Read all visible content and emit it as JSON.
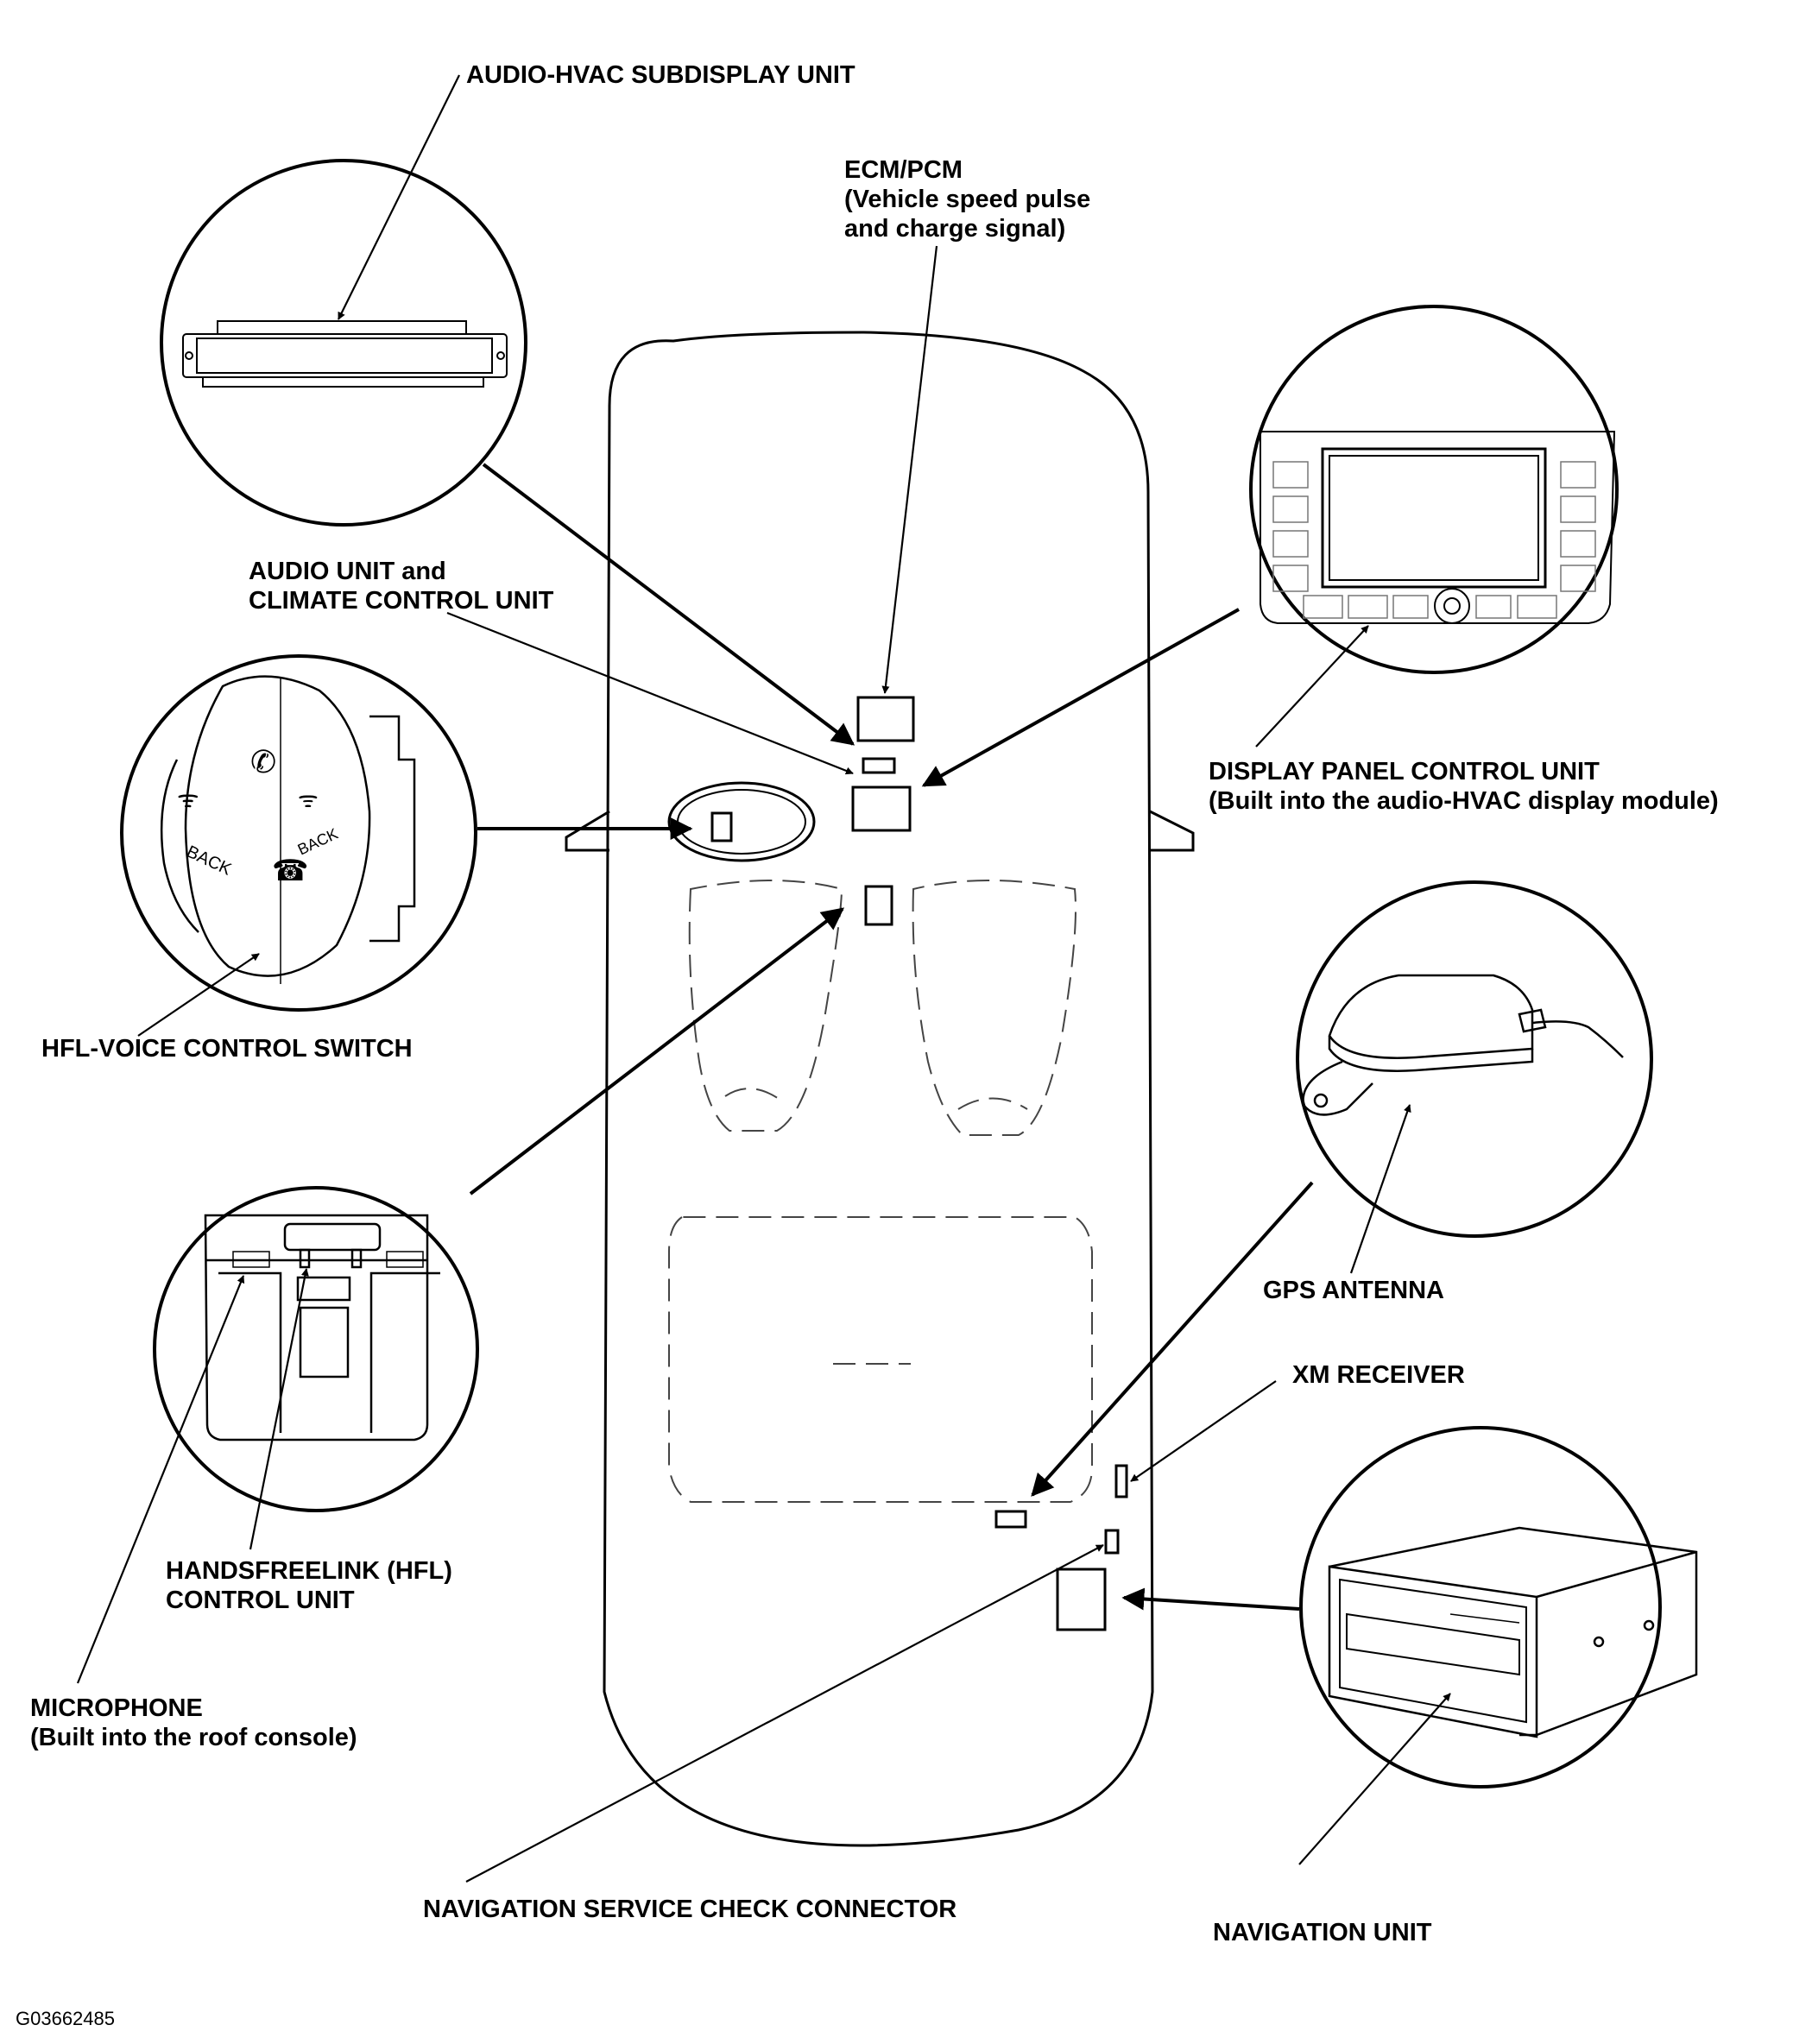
{
  "labels": {
    "subdisplay": "AUDIO-HVAC SUBDISPLAY UNIT",
    "ecm_line1": "ECM/PCM",
    "ecm_line2": "(Vehicle speed pulse",
    "ecm_line3": "and charge signal)",
    "audio_line1": "AUDIO UNIT and",
    "audio_line2": "CLIMATE CONTROL UNIT",
    "display_line1": "DISPLAY PANEL CONTROL UNIT",
    "display_line2": "(Built into the audio-HVAC display module)",
    "hfl_switch": "HFL-VOICE CONTROL SWITCH",
    "gps": "GPS ANTENNA",
    "xm": "XM RECEIVER",
    "hfl_unit_line1": "HANDSFREELINK (HFL)",
    "hfl_unit_line2": "CONTROL UNIT",
    "mic_line1": "MICROPHONE",
    "mic_line2": "(Built into the roof console)",
    "nav_check": "NAVIGATION SERVICE CHECK CONNECTOR",
    "nav_unit": "NAVIGATION UNIT"
  },
  "switch_text": {
    "back": "BACK"
  },
  "figure_id": "G03662485"
}
